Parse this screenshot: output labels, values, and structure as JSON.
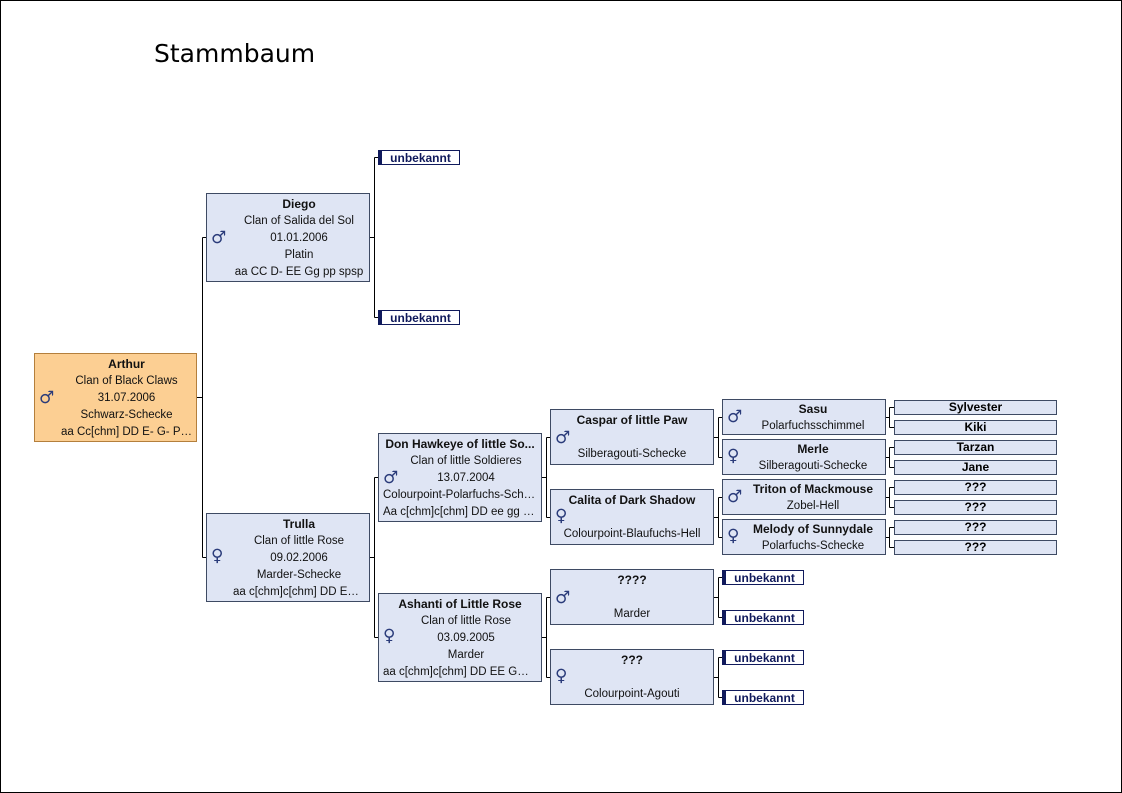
{
  "title": "Stammbaum",
  "male_symbol": "♂",
  "female_symbol": "♀",
  "unknown_label": "unbekannt",
  "arthur": {
    "name": "Arthur",
    "cattery": "Clan of Black Claws",
    "birth": "31.07.2006",
    "color": "Schwarz-Schecke",
    "genes": "aa Cc[chm] DD E- G- Pp Spsp",
    "sex": "male"
  },
  "diego": {
    "name": "Diego",
    "cattery": "Clan of Salida del Sol",
    "birth": "01.01.2006",
    "color": "Platin",
    "genes": "aa CC D- EE Gg pp spsp",
    "sex": "male"
  },
  "trulla": {
    "name": "Trulla",
    "cattery": "Clan of little Rose",
    "birth": "09.02.2006",
    "color": "Marder-Schecke",
    "genes": "aa c[chm]c[chm] DD Ee Gg ...",
    "sex": "female"
  },
  "don": {
    "name": "Don Hawkeye of little So...",
    "cattery": "Clan of little Soldieres",
    "birth": "13.07.2004",
    "color": "Colourpoint-Polarfuchs-Schecke",
    "genes": "Aa c[chm]c[chm] DD ee gg P...",
    "sex": "male"
  },
  "ashanti": {
    "name": "Ashanti of Little Rose",
    "cattery": "Clan of little Rose",
    "birth": "03.09.2005",
    "color": "Marder",
    "genes": "aa c[chm]c[chm] DD EE GG ...",
    "sex": "female"
  },
  "caspar": {
    "name": "Caspar of little Paw",
    "color": "Silberagouti-Schecke",
    "sex": "male"
  },
  "calita": {
    "name": "Calita of Dark Shadow",
    "color": "Colourpoint-Blaufuchs-Hell",
    "sex": "female"
  },
  "unk4a": {
    "name": "????",
    "color": "Marder",
    "sex": "male"
  },
  "unk3a": {
    "name": "???",
    "color": "Colourpoint-Agouti",
    "sex": "female"
  },
  "sasu": {
    "name": "Sasu",
    "color": "Polarfuchsschimmel",
    "sex": "male"
  },
  "merle": {
    "name": "Merle",
    "color": "Silberagouti-Schecke",
    "sex": "female"
  },
  "triton": {
    "name": "Triton of Mackmouse",
    "color": "Zobel-Hell",
    "sex": "male"
  },
  "melody": {
    "name": "Melody of Sunnydale",
    "color": "Polarfuchs-Schecke",
    "sex": "female"
  },
  "gen4": [
    "Sylvester",
    "Kiki",
    "Tarzan",
    "Jane",
    "???",
    "???",
    "???",
    "???"
  ]
}
